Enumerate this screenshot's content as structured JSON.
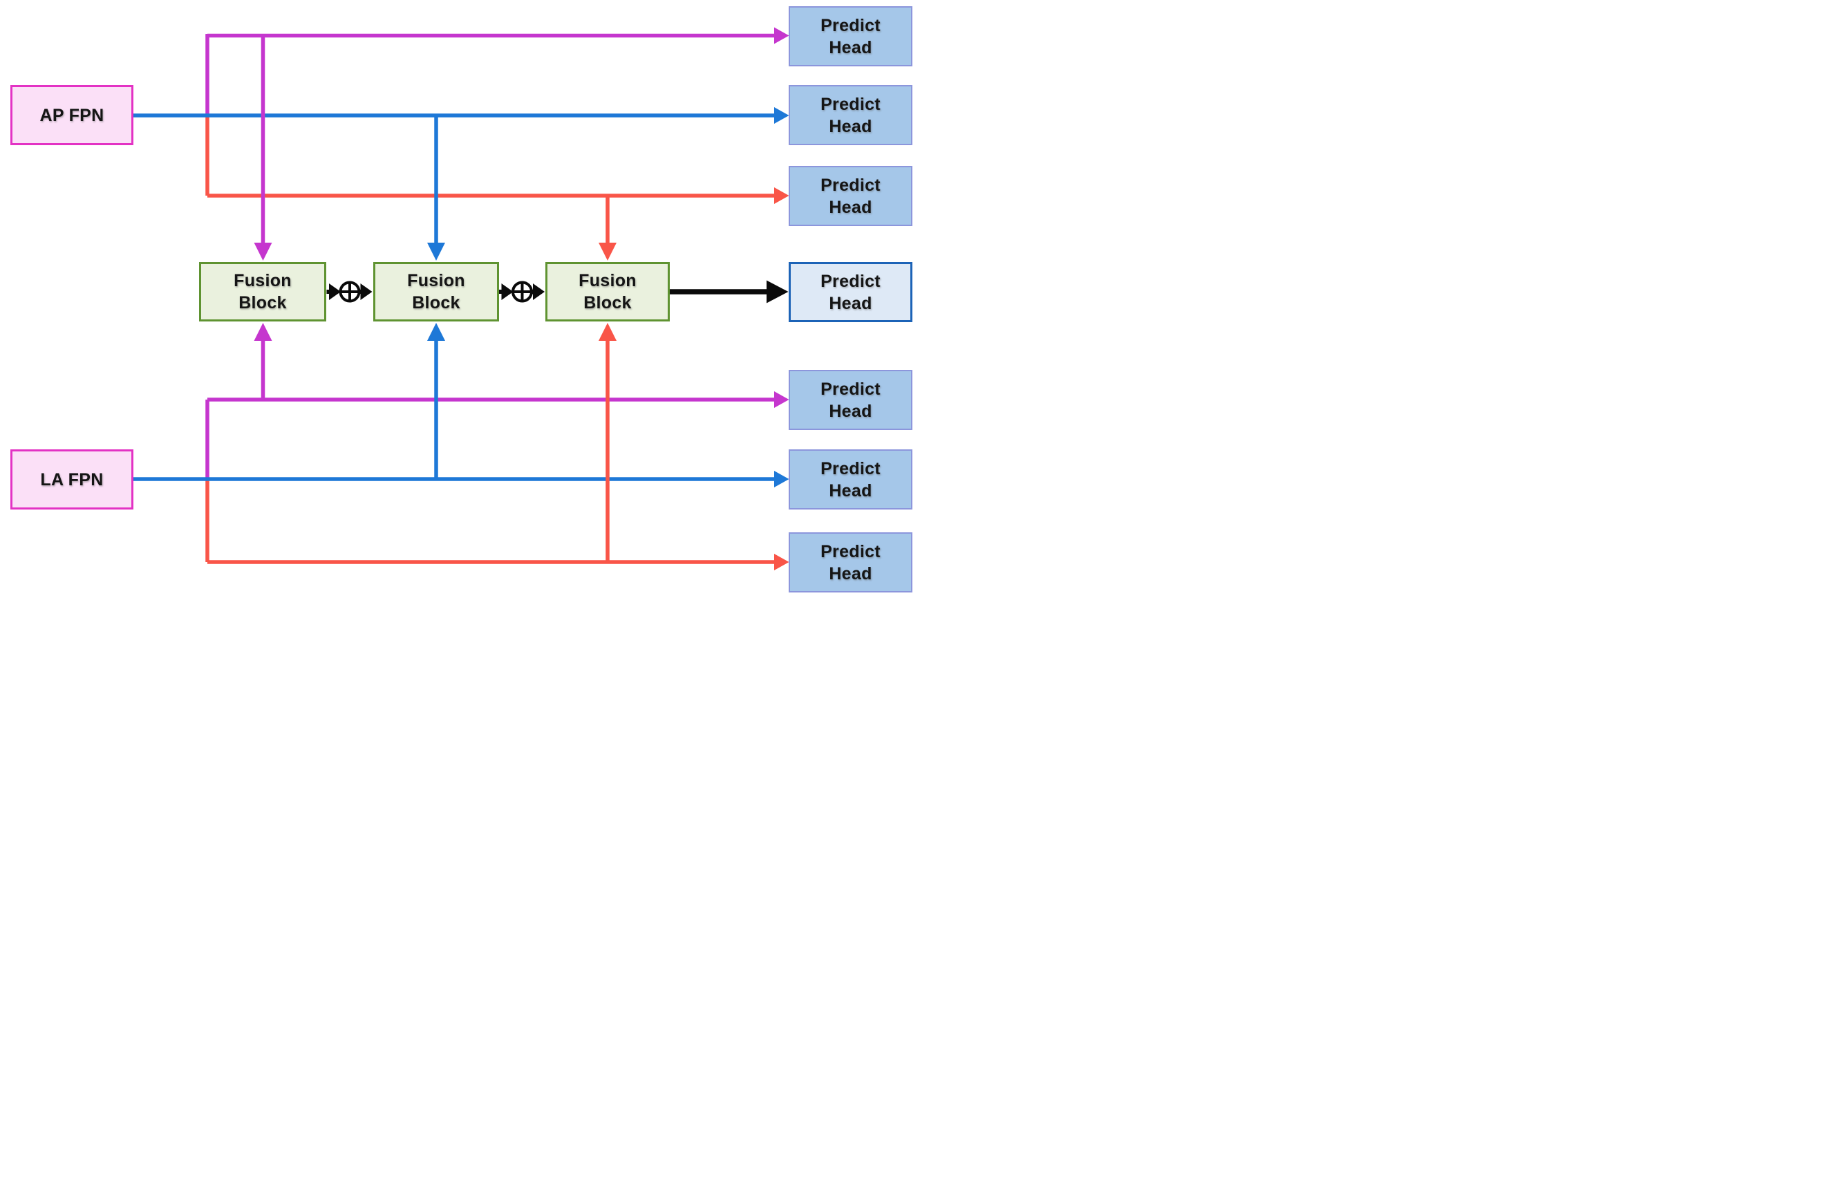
{
  "figure": {
    "kind": "model-architecture-diagram",
    "background": "#FFFFFF"
  },
  "nodes": {
    "ap_fpn": {
      "label": "AP FPN"
    },
    "la_fpn": {
      "label": "LA FPN"
    },
    "fusion_blocks": [
      {
        "label": "Fusion\nBlock"
      },
      {
        "label": "Fusion\nBlock"
      },
      {
        "label": "Fusion\nBlock"
      }
    ],
    "predict_heads": [
      {
        "label": "Predict\nHead"
      },
      {
        "label": "Predict\nHead"
      },
      {
        "label": "Predict\nHead"
      },
      {
        "label": "Predict\nHead"
      },
      {
        "label": "Predict\nHead"
      },
      {
        "label": "Predict\nHead"
      },
      {
        "label": "Predict\nHead"
      }
    ]
  },
  "icons": {
    "sum_operator_icon": "circled-plus",
    "sum_operator_symbol": "⊕",
    "sum_operator_count": 2
  },
  "connections": {
    "ap_fpn_routes": [
      "magenta: up to Predict Head 1 + down into Fusion Block 1",
      "blue: straight to Predict Head 2 + down into Fusion Block 2",
      "red: down to Predict Head 3 + down into Fusion Block 3"
    ],
    "la_fpn_routes": [
      "magenta: up to Predict Head 5 + up into Fusion Block 1",
      "blue: straight to Predict Head 6 + up into Fusion Block 2",
      "red: down to Predict Head 7 + up into Fusion Block 3"
    ],
    "fusion_chain": "Fusion Block 1 ⊕ Fusion Block 2 ⊕ Fusion Block 3 → Predict Head 4"
  },
  "colors": {
    "magenta_line": "#C536CE",
    "blue_line": "#1E78D7",
    "red_line": "#F95548",
    "black_line": "#0A0A0A",
    "fpn_fill": "#FBE0F7",
    "fpn_border": "#E332C4",
    "fusion_fill": "#EAF1DE",
    "fusion_border": "#5F9331",
    "head_fill": "#A5C7E9",
    "head_border": "#8C96DC",
    "head_final_fill": "#DEE9F6",
    "head_final_border": "#1C63B7"
  }
}
